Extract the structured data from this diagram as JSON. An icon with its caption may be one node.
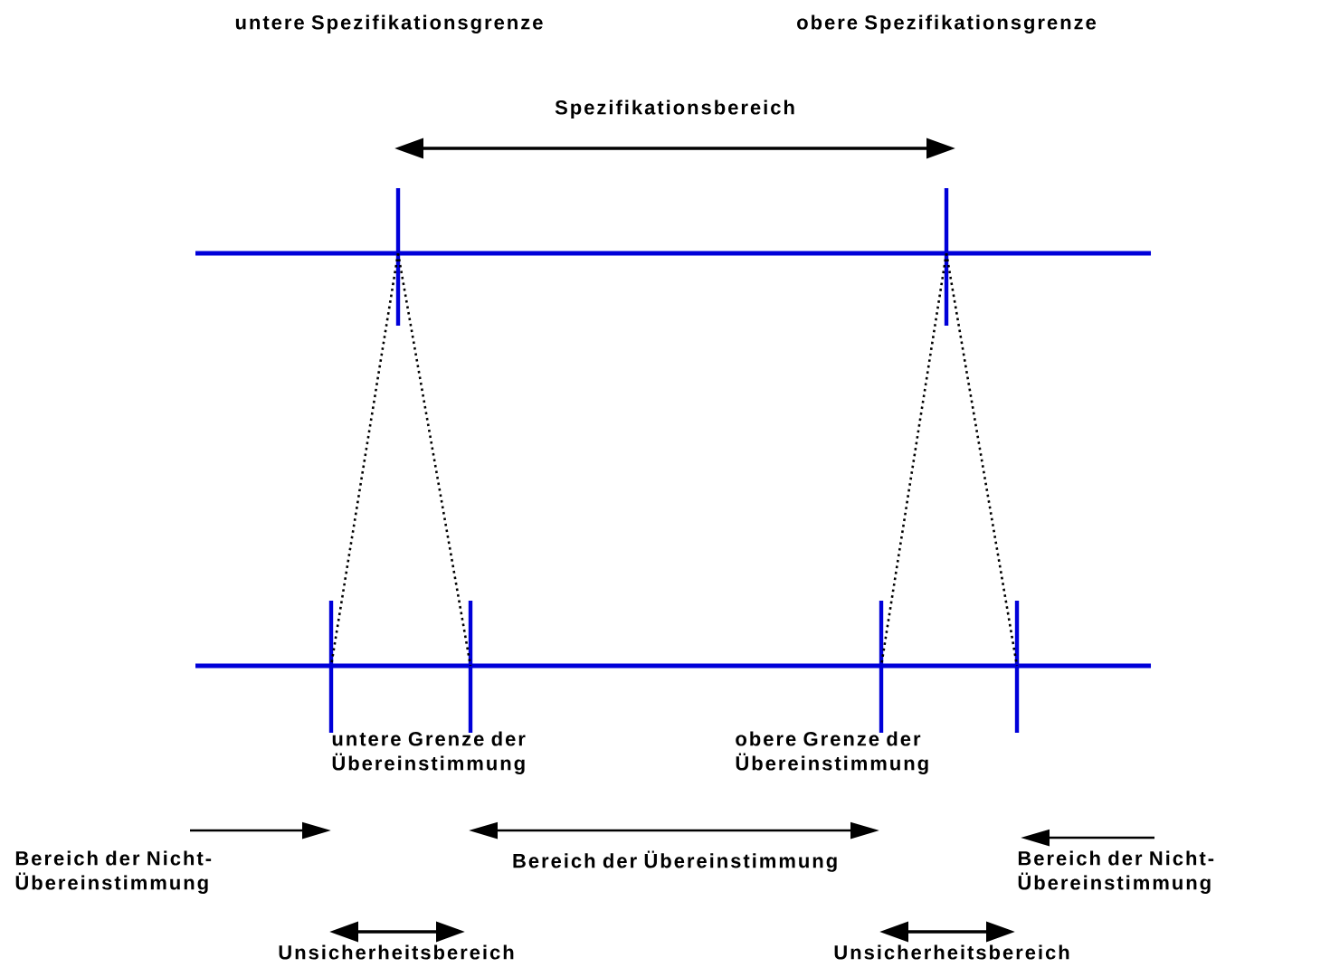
{
  "diagram": {
    "labels": [
      "untere Spezifikationsgrenze",
      "obere Spezifikationsgrenze",
      "Spezifikationsbereich",
      "untere Grenze der Übereinstimmung",
      "obere Grenze der Übereinstimmung",
      "Bereich der Nicht- Übereinstimmung",
      "Bereich der Übereinstimmung",
      "Bereich der Nicht- Übereinstimmung",
      "Unsicherheitsbereich",
      "Unsicherheitsbereich"
    ]
  }
}
